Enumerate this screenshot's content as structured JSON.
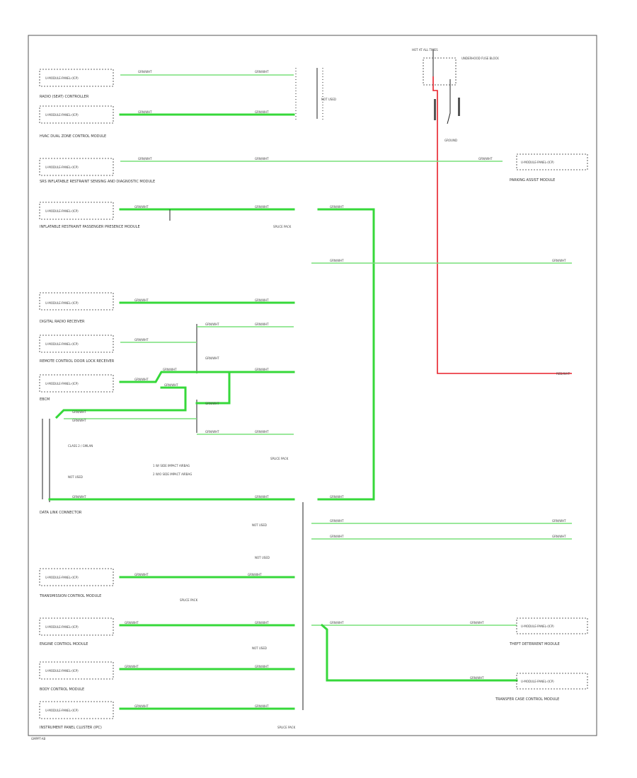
{
  "labels": {
    "module_box": "U-MODULE-PANEL-(ICP)",
    "class2_label": "CLASS 2 / GMLAN",
    "not_used": "NOT USED",
    "footer_code": "GMPPT-AB"
  },
  "modules_left": [
    "U-MODULE-PANEL-(ICP)",
    "U-MODULE-PANEL-(ICP)",
    "U-MODULE-PANEL-(ICP)",
    "U-MODULE-PANEL-(ICP)",
    "U-MODULE-PANEL-(ICP)",
    "U-MODULE-PANEL-(ICP)",
    "U-MODULE-PANEL-(ICP)",
    "U-MODULE-PANEL-(ICP)",
    "U-MODULE-PANEL-(ICP)",
    "U-MODULE-PANEL-(ICP)",
    "U-MODULE-PANEL-(ICP)"
  ],
  "captions_left": [
    "RADIO (SEAT) CONTROLLER",
    "HVAC DUAL ZONE CONTROL MODULE",
    "SRS INFLATABLE RESTRAINT SENSING AND DIAGNOSTIC MODULE",
    "INFLATABLE RESTRAINT PASSENGER PRESENCE MODULE",
    "DIGITAL RADIO RECEIVER",
    "REMOTE CONTROL DOOR LOCK RECEIVER",
    "EBCM",
    "DATA LINK CONNECTOR",
    "TRANSMISSION CONTROL MODULE",
    "ENGINE CONTROL MODULE",
    "BODY CONTROL MODULE",
    "INSTRUMENT PANEL CLUSTER (IPC)"
  ],
  "modules_right": [
    "U-MODULE-PANEL-(ICP)",
    "U-MODULE-PANEL-(ICP)",
    "U-MODULE-PANEL-(ICP)"
  ],
  "captions_right": [
    "PARKING ASSIST MODULE",
    "THEFT DETERRENT MODULE",
    "TRANSFER CASE CONTROL MODULE"
  ],
  "top_right": {
    "fuse_label": "HOT AT ALL TIMES",
    "fuse_block": "UNDERHOOD FUSE BLOCK",
    "ground": "GROUND"
  },
  "splices": [
    "SPLICE PACK",
    "SPLICE PACK",
    "SPLICE PACK",
    "SPLICE PACK"
  ],
  "legend": [
    "1  W/ SIDE IMPACT AIRBAG",
    "2  W/O SIDE IMPACT AIRBAG"
  ],
  "wire_labels": {
    "green": "GRN/WHT",
    "red": "RED/WHT"
  },
  "colors": {
    "data_wire": "#36d83a",
    "power_wire": "#e8202a",
    "ground_wire": "#222222"
  }
}
